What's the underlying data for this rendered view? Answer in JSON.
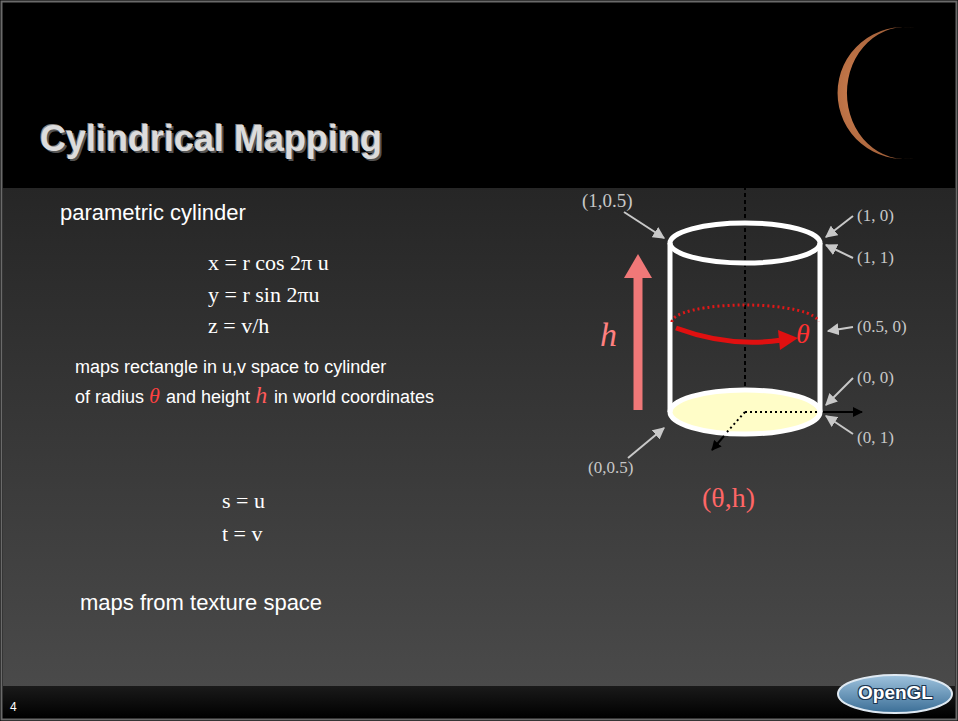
{
  "diagram": {
    "title": "Cylindrical Mapping",
    "labels": [
      "parametric cylinder",
      "x = r cos 2π u",
      "y = r sin 2πu",
      "z = v/h",
      "maps rectangle in u,v space to cylinder",
      "of radius",
      "θ",
      "and height",
      "h",
      "in world coordinates",
      "s = u",
      "t = v",
      "maps from texture space",
      "(1,0.5)",
      "(1, 0)",
      "(1, 1)",
      "(0.5, 0)",
      "(0, 0)",
      "(0, 1)",
      "(0,0.5)",
      "h",
      "θ",
      "(θ,h)",
      "4",
      "OpenGL"
    ]
  }
}
